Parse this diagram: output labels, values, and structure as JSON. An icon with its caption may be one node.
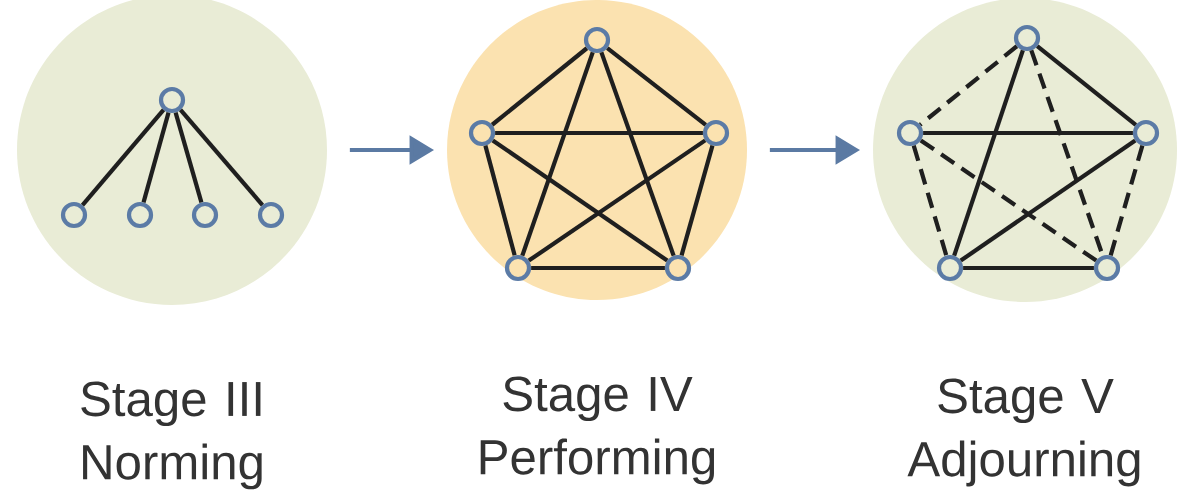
{
  "diagram": {
    "nodes": [
      {
        "text": [
          "Stage III Norming"
        ]
      },
      {
        "text": [],
        "shape": "circle",
        "in": 0
      },
      {
        "text": [],
        "shape": "circle",
        "in": 0
      },
      {
        "text": [],
        "shape": "circle",
        "in": 0
      },
      {
        "text": [],
        "shape": "circle",
        "in": 0
      },
      {
        "text": [],
        "shape": "circle",
        "in": 0
      },
      {
        "text": [
          "Stage IV Performing"
        ]
      },
      {
        "text": [],
        "shape": "circle",
        "in": 6
      },
      {
        "text": [],
        "shape": "circle",
        "in": 6
      },
      {
        "text": [],
        "shape": "circle",
        "in": 6
      },
      {
        "text": [],
        "shape": "circle",
        "in": 6
      },
      {
        "text": [],
        "shape": "circle",
        "in": 6
      },
      {
        "text": [
          "Stage V Adjourning"
        ]
      },
      {
        "text": [],
        "shape": "circle",
        "in": 12
      },
      {
        "text": [],
        "shape": "circle",
        "in": 12
      },
      {
        "text": [],
        "shape": "circle",
        "in": 12
      },
      {
        "text": [],
        "shape": "circle",
        "in": 12
      },
      {
        "text": [],
        "shape": "circle",
        "in": 12
      }
    ],
    "edges": [
      {
        "from": 0,
        "to": 6,
        "arrow": "to",
        "color": "#5b7aa3"
      },
      {
        "from": 6,
        "to": 12,
        "arrow": "to",
        "color": "#5b7aa3"
      },
      {
        "from": 1,
        "to": 2,
        "arrow": "none"
      },
      {
        "from": 1,
        "to": 3,
        "arrow": "none"
      },
      {
        "from": 1,
        "to": 4,
        "arrow": "none"
      },
      {
        "from": 1,
        "to": 5,
        "arrow": "none"
      },
      {
        "from": 7,
        "to": 8,
        "arrow": "none"
      },
      {
        "from": 7,
        "to": 9,
        "arrow": "none"
      },
      {
        "from": 7,
        "to": 10,
        "arrow": "none"
      },
      {
        "from": 7,
        "to": 11,
        "arrow": "none"
      },
      {
        "from": 8,
        "to": 9,
        "arrow": "none"
      },
      {
        "from": 8,
        "to": 10,
        "arrow": "none"
      },
      {
        "from": 8,
        "to": 11,
        "arrow": "none"
      },
      {
        "from": 9,
        "to": 10,
        "arrow": "none"
      },
      {
        "from": 9,
        "to": 11,
        "arrow": "none"
      },
      {
        "from": 10,
        "to": 11,
        "arrow": "none"
      },
      {
        "from": 13,
        "to": 14,
        "arrow": "none",
        "style": "dashed"
      },
      {
        "from": 13,
        "to": 15,
        "arrow": "none"
      },
      {
        "from": 13,
        "to": 16,
        "arrow": "none"
      },
      {
        "from": 13,
        "to": 17,
        "arrow": "none",
        "style": "dashed"
      },
      {
        "from": 14,
        "to": 15,
        "arrow": "none"
      },
      {
        "from": 14,
        "to": 16,
        "arrow": "none",
        "style": "dashed"
      },
      {
        "from": 14,
        "to": 17,
        "arrow": "none",
        "style": "dashed"
      },
      {
        "from": 15,
        "to": 16,
        "arrow": "none"
      },
      {
        "from": 15,
        "to": 17,
        "arrow": "none",
        "style": "dashed"
      },
      {
        "from": 16,
        "to": 17,
        "arrow": "none"
      }
    ]
  }
}
